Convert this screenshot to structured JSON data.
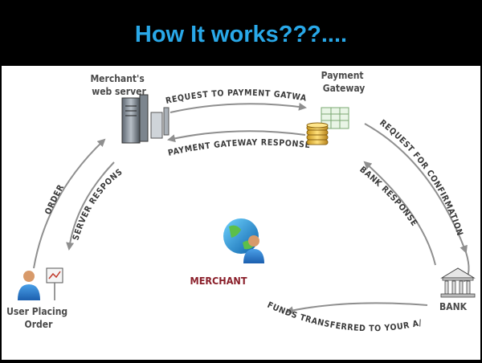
{
  "title": "How It works???....",
  "nodes": {
    "merchant_server": [
      "Merchant's",
      "web server"
    ],
    "payment_gateway": [
      "Payment",
      "Gateway"
    ],
    "user": [
      "User Placing",
      "Order"
    ],
    "merchant": "MERCHANT",
    "bank": "BANK"
  },
  "flows": {
    "request_to_gateway": "REQUEST TO PAYMENT GATWAY",
    "gateway_response": "PAYMENT GATEWAY RESPONSE",
    "request_confirmation": "REQUEST FOR CONFIRMATION",
    "bank_response": "BANK RESPONSE",
    "order": "ORDER",
    "server_response": "SERVER RESPONSE",
    "funds_transferred": "FUNDS TRANSFERRED TO YOUR A/C"
  },
  "colors": {
    "title": "#29a8e8",
    "node_label": "#4a4a4a",
    "merchant_label": "#8a1f2a",
    "arrow": "#8f8f8f"
  }
}
